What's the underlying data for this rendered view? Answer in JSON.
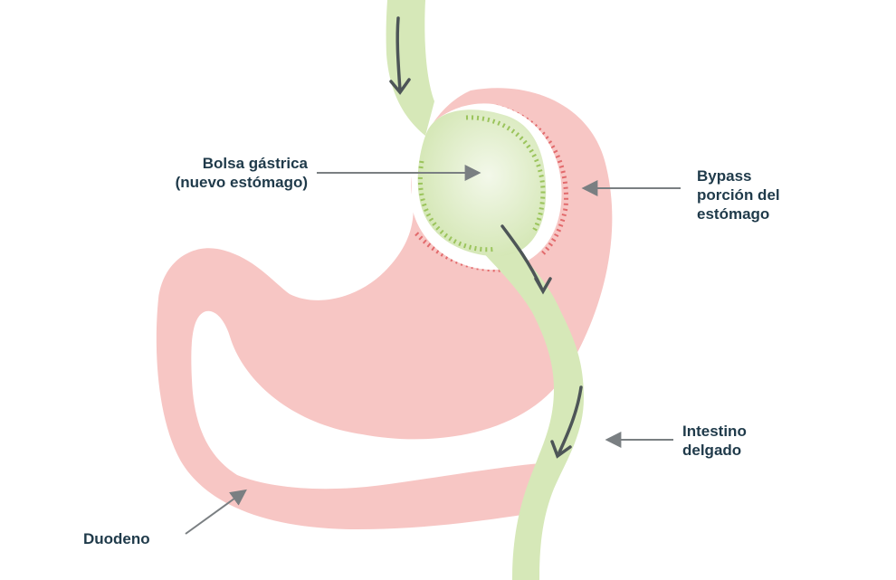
{
  "labels": {
    "pouch": {
      "line1": "Bolsa gástrica",
      "line2": "(nuevo estómago)"
    },
    "bypass": {
      "line1": "Bypass",
      "line2": "porción del",
      "line3": "estómago"
    },
    "intestine": {
      "line1": "Intestino",
      "line2": "delgado"
    },
    "duodenum": {
      "line1": "Duodeno"
    }
  },
  "colors": {
    "stomach_pink": "#f7c6c4",
    "stomach_edge": "#e9a3a2",
    "staple_red": "#e26a6c",
    "path_green": "#d6e8b8",
    "path_green_light": "#eef5df",
    "staple_green": "#9bc45c",
    "arrow_gray": "#7a7f82",
    "flow_arrow": "#4d5557",
    "text_dark": "#1f3a4a"
  }
}
